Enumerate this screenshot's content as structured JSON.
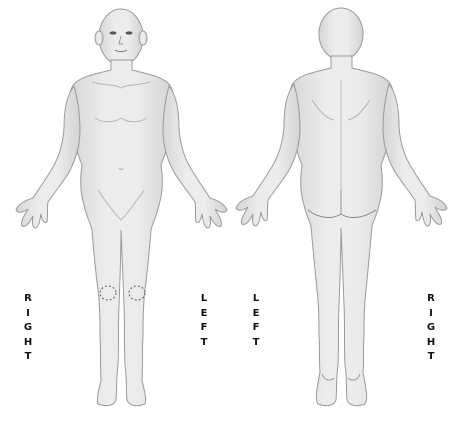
{
  "labels": {
    "front_right": "RIGHT",
    "front_left": "LEFT",
    "back_left": "LEFT",
    "back_right": "RIGHT"
  },
  "colors": {
    "body_fill": "#e6e6e6",
    "body_stroke": "#9a9a9a",
    "shading": "#cfcfcf",
    "label_text": "#111111",
    "knee_marks": "#6f6f6f"
  }
}
